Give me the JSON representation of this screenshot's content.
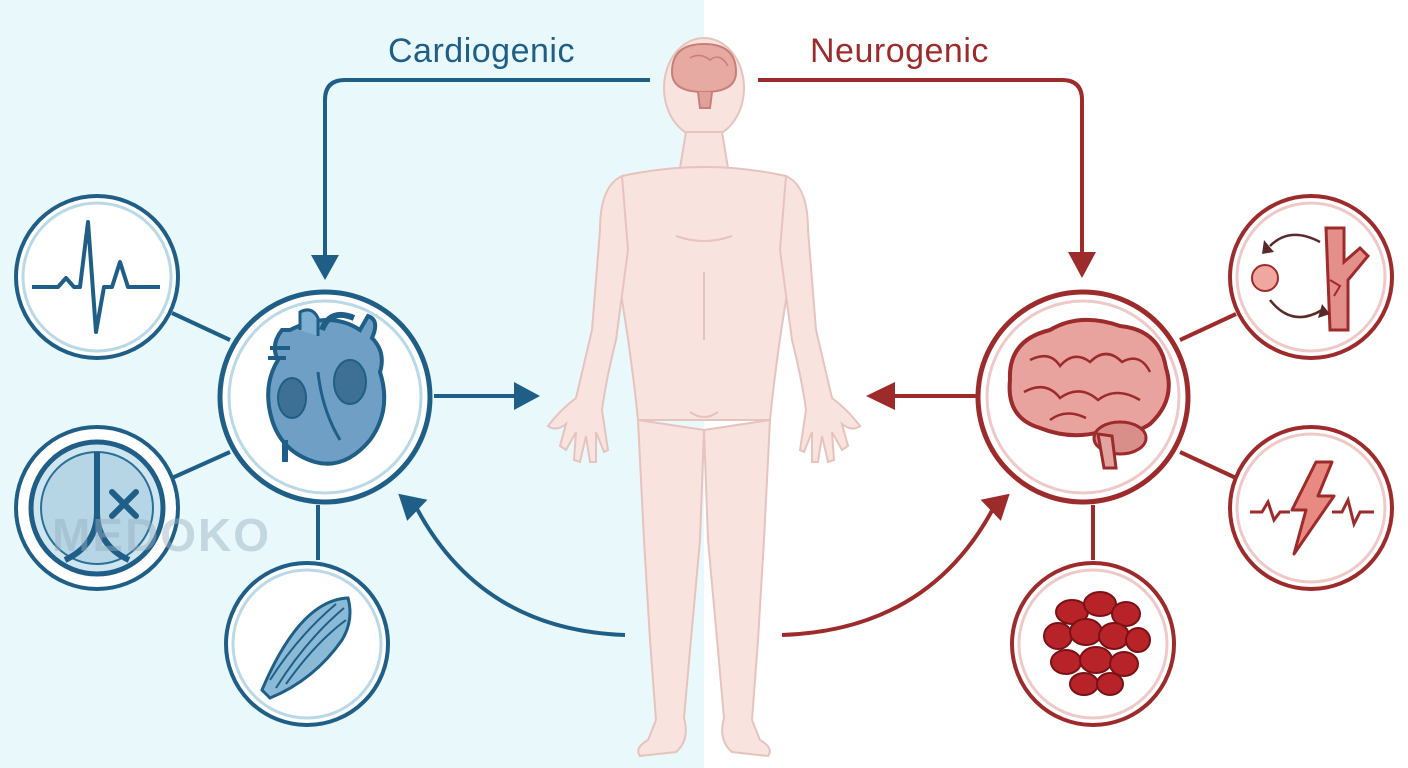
{
  "labels": {
    "left": "Cardiogenic",
    "right": "Neurogenic"
  },
  "watermark": "MEDOKO",
  "colors": {
    "cardio": "#1f5f87",
    "neuro": "#9e2b2b",
    "left_background": "#e8f8fb",
    "body_skin": "#f9e3df"
  },
  "icons": {
    "left_hub": "heart-icon",
    "left_satellites": [
      "ecg-waveform-icon",
      "blocked-lung-icon",
      "muscle-icon"
    ],
    "right_hub": "brain-icon",
    "right_satellites": [
      "blood-vessel-cycle-icon",
      "electrical-spike-icon",
      "blood-clot-icon"
    ],
    "center": "human-body-icon"
  }
}
